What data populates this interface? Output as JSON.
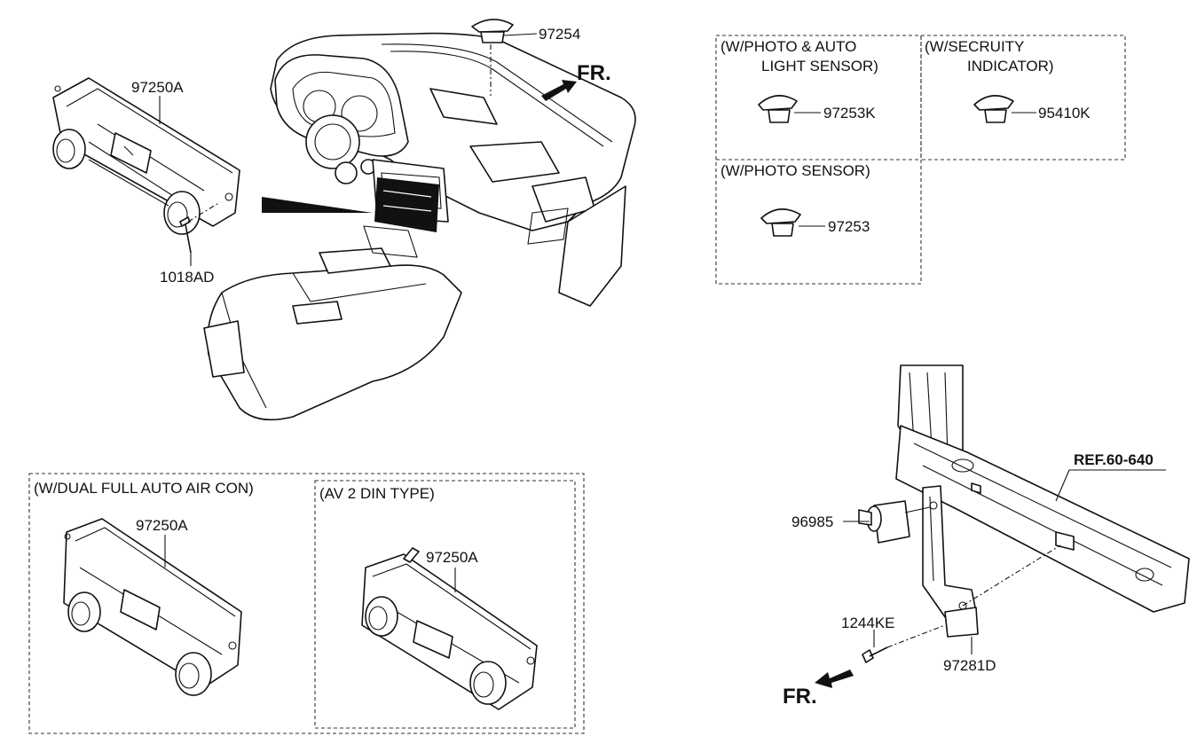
{
  "parts": {
    "climate_control_main": "97250A",
    "screw": "1018AD",
    "sensor_top": "97254",
    "photo_auto_light_sensor": "97253K",
    "security_indicator": "95410K",
    "photo_sensor": "97253",
    "dual_auto_unit": "97250A",
    "av2din_unit": "97250A",
    "switch": "96985",
    "bracket_bolt": "1244KE",
    "bracket": "97281D"
  },
  "direction": {
    "front_top": "FR.",
    "front_bottom": "FR."
  },
  "reference": "REF.60-640",
  "groups": {
    "photo_auto_line1": "(W/PHOTO & AUTO",
    "photo_auto_line2": "LIGHT SENSOR)",
    "security_line1": "(W/SECRUITY",
    "security_line2": "INDICATOR)",
    "photo_sensor": "(W/PHOTO SENSOR)",
    "dual_auto": "(W/DUAL FULL AUTO AIR CON)",
    "av2din": "(AV 2 DIN TYPE)"
  }
}
